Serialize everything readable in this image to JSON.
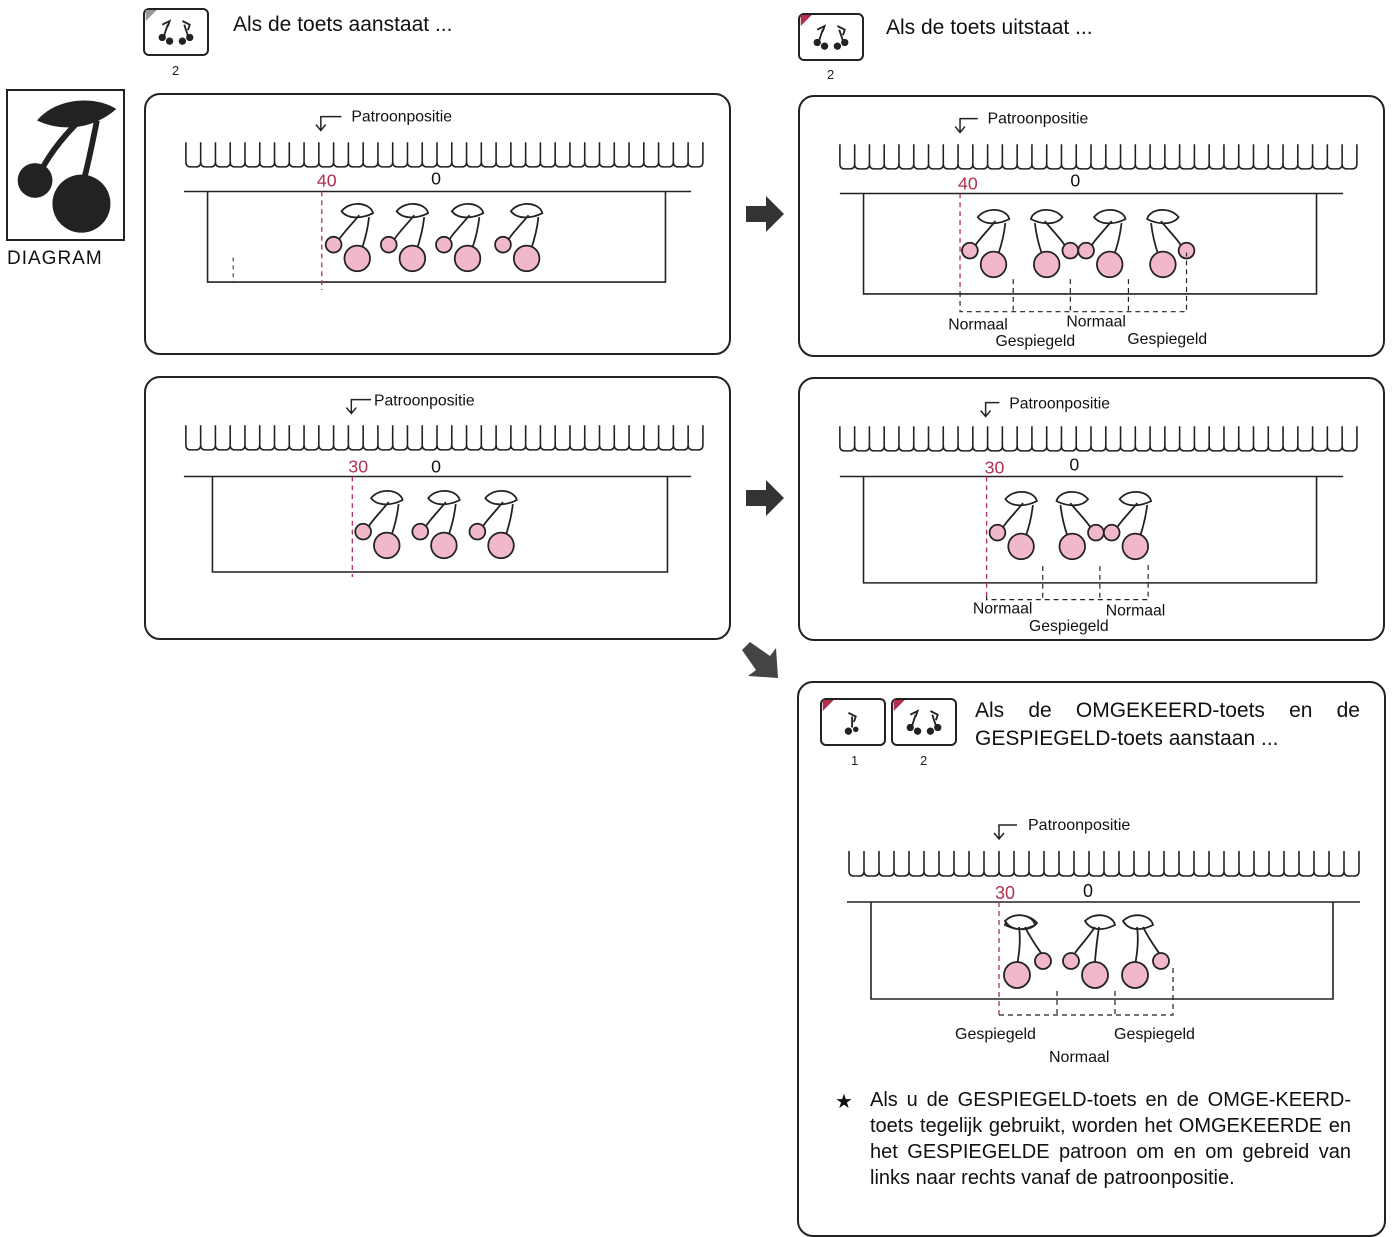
{
  "diagram": {
    "logo_label": "DIAGRAM",
    "left_heading": "Als de toets aanstaat ...",
    "right_heading": "Als de toets uitstaat ...",
    "key_number_2": "2",
    "key_number_1": "1",
    "pattern_position": "Patroonpositie",
    "tick_40": "40",
    "tick_30": "30",
    "tick_0": "0",
    "normaal": "Normaal",
    "gespiegeld": "Gespiegeld",
    "bottom_heading": "Als de OMGEKEERD-toets en de GESPIEGELD-toets aanstaan ...",
    "note_star": "★",
    "note_text": "Als u de GESPIEGELD-toets en de OMGE-KEERD-toets tegelijk gebruikt, worden het OMGEKEERDE en het GESPIEGELDE patroon om en om gebreid van links naar rechts vanaf de patroonpositie.",
    "colors": {
      "cherry_pink": "#f0b8c8",
      "marker_red": "#b03050",
      "ink": "#111111",
      "arrow_gray": "#333333"
    }
  }
}
